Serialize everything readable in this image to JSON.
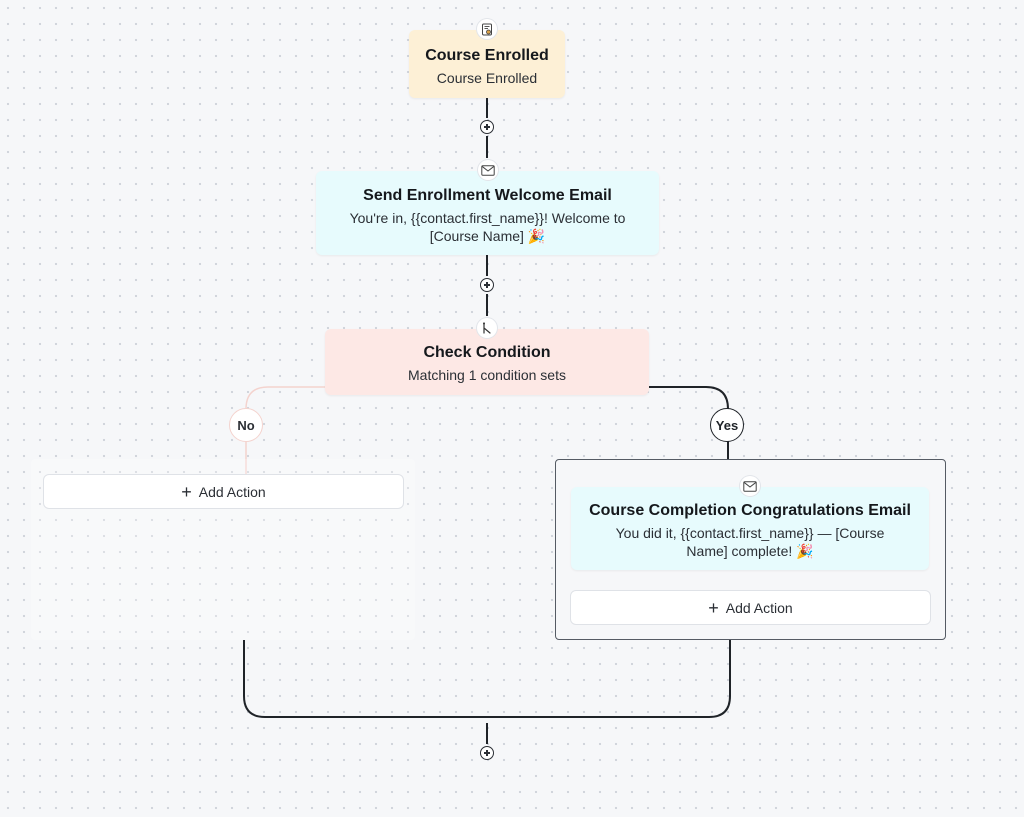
{
  "trigger": {
    "title": "Course Enrolled",
    "subtitle": "Course Enrolled",
    "icon": "course-badge-icon"
  },
  "welcome_email": {
    "title": "Send Enrollment Welcome Email",
    "subtitle_line1": "You're in, {{contact.first_name}}! Welcome to",
    "subtitle_line2": "[Course Name] 🎉",
    "icon": "email-icon"
  },
  "condition": {
    "title": "Check Condition",
    "subtitle": "Matching 1 condition sets",
    "icon": "split-branch-icon"
  },
  "branches": {
    "no_label": "No",
    "yes_label": "Yes",
    "no_add_action": "Add Action",
    "yes_add_action": "Add Action"
  },
  "completion_email": {
    "title": "Course Completion Congratulations Email",
    "subtitle_line1": "You did it, {{contact.first_name}} — [Course",
    "subtitle_line2": "Name] complete! 🎉",
    "icon": "email-icon"
  },
  "colors": {
    "trigger_bg": "#fdf0d6",
    "email_bg": "#e7fbfd",
    "condition_bg": "#fde8e5",
    "canvas_bg": "#f6f7f9",
    "connector": "#1f2328"
  }
}
